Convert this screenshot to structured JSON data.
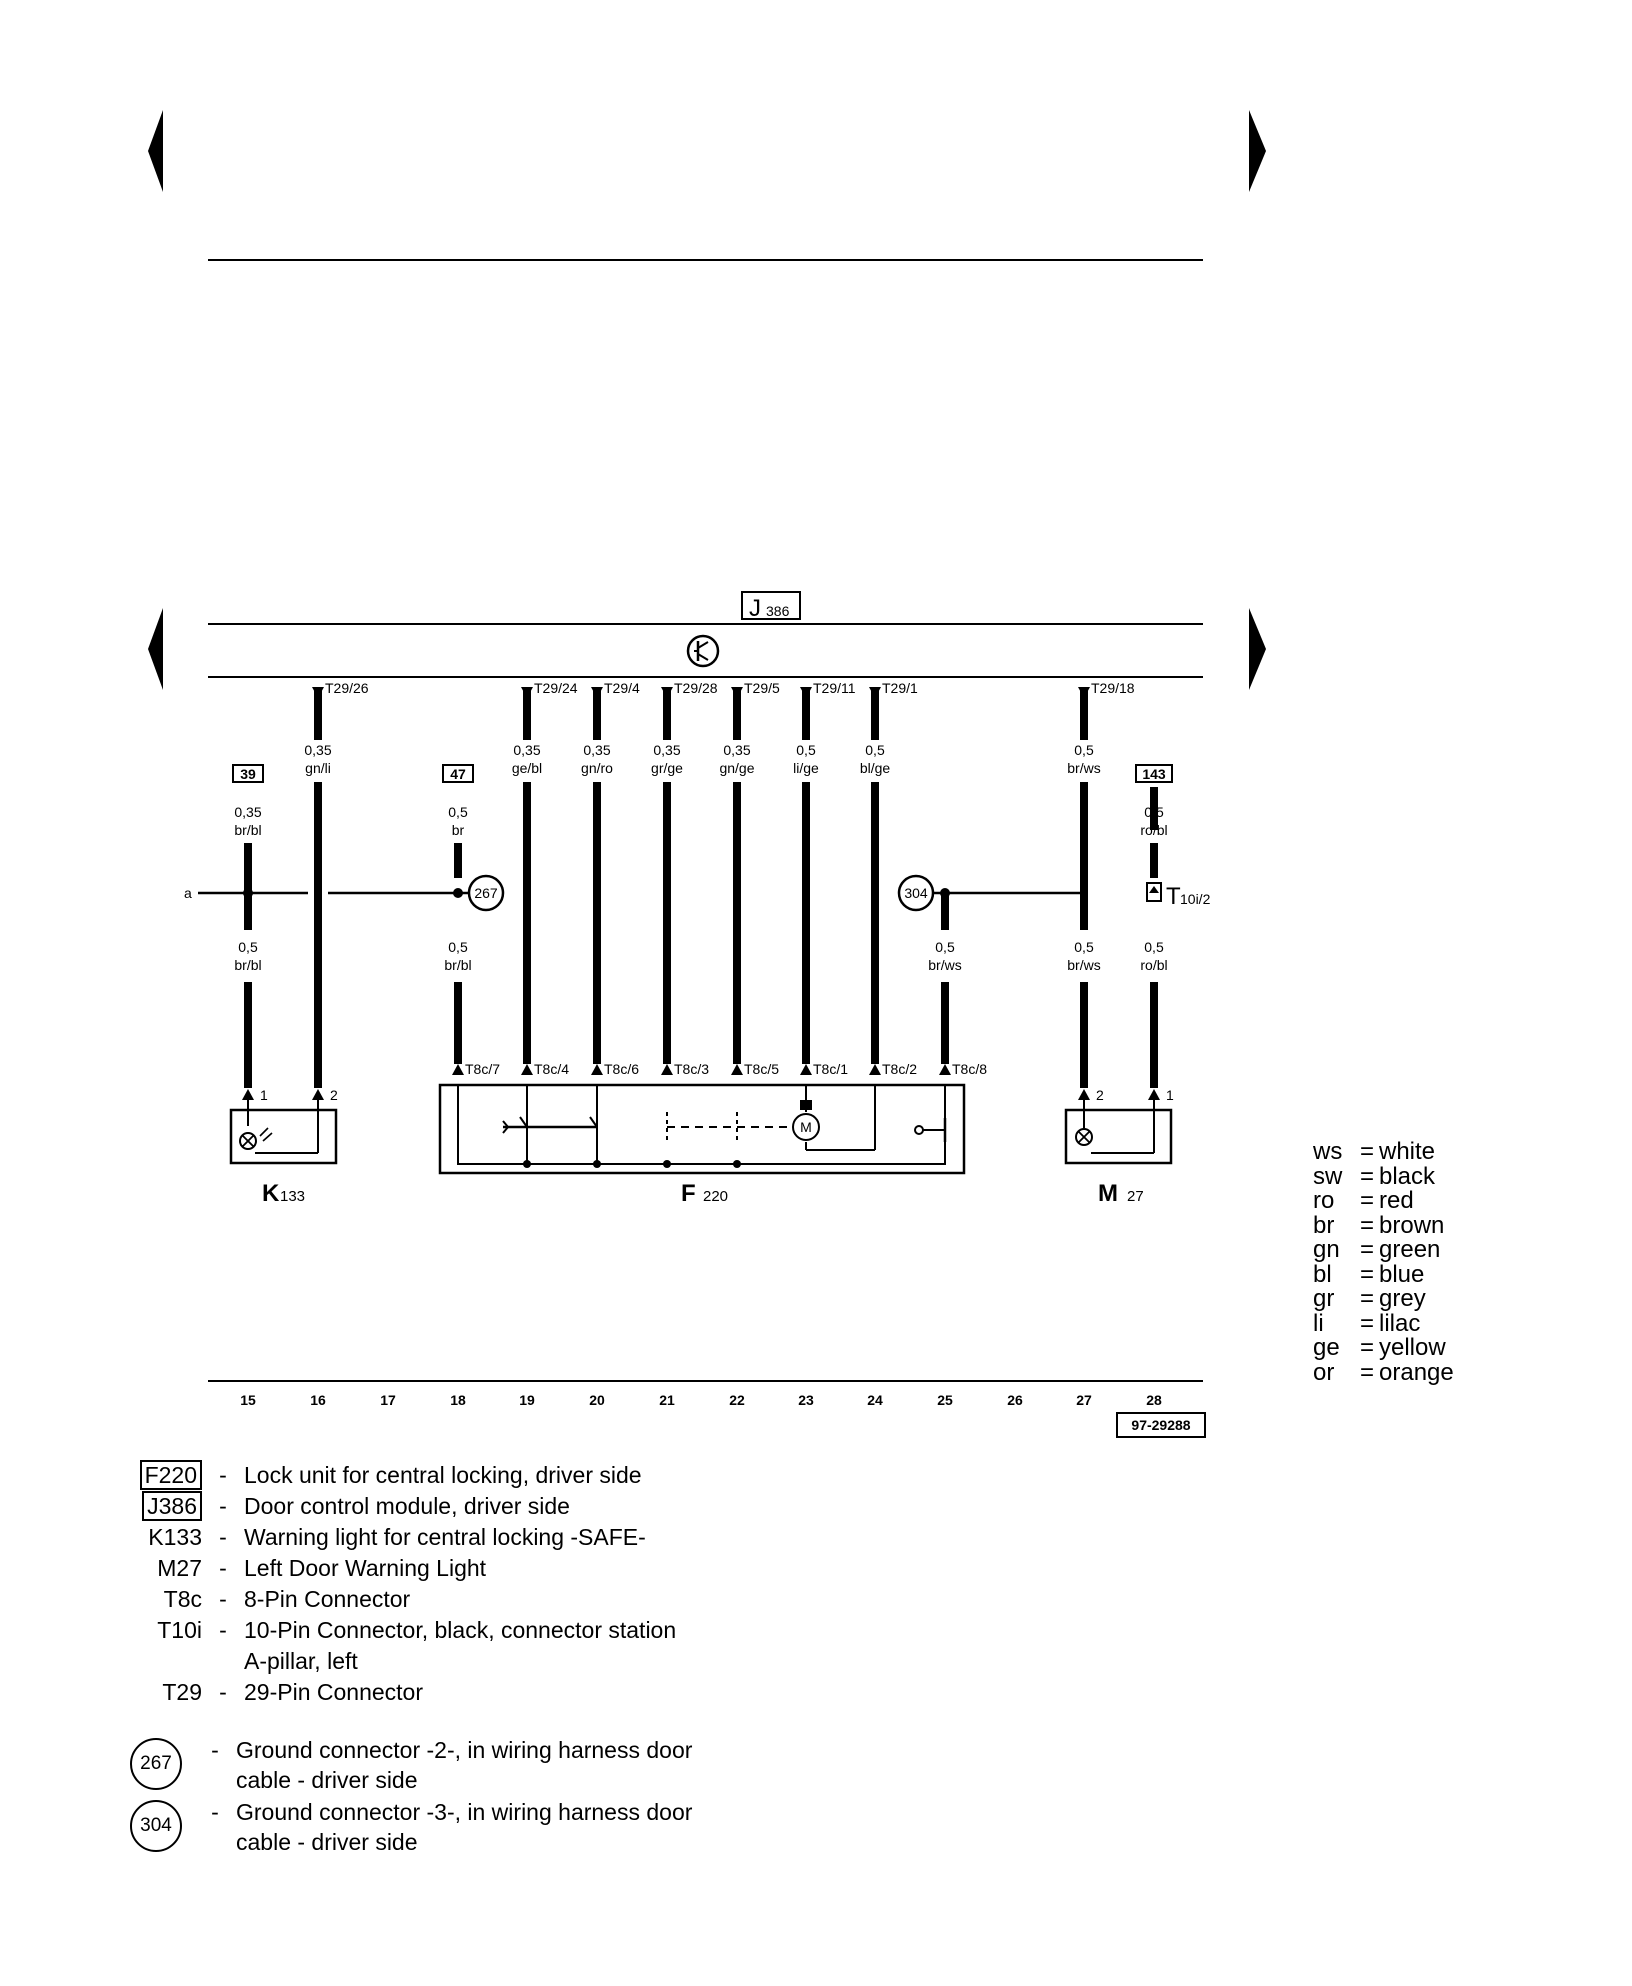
{
  "diagram": {
    "module_label_main": "J",
    "module_label_sub": "386",
    "wire_labels": {
      "t29_26": "T29/26",
      "t29_24": "T29/24",
      "t29_4": "T29/4",
      "t29_28": "T29/28",
      "t29_5": "T29/5",
      "t29_11": "T29/11",
      "t29_1": "T29/1",
      "t29_18": "T29/18"
    },
    "upper_wires": [
      {
        "size": "0,35",
        "color": "gn/li"
      },
      {
        "size": "0,35",
        "color": "ge/bl"
      },
      {
        "size": "0,35",
        "color": "gn/ro"
      },
      {
        "size": "0,35",
        "color": "gr/ge"
      },
      {
        "size": "0,35",
        "color": "gn/ge"
      },
      {
        "size": "0,5",
        "color": "li/ge"
      },
      {
        "size": "0,5",
        "color": "bl/ge"
      },
      {
        "size": "0,5",
        "color": "br/ws"
      }
    ],
    "ref_boxes": {
      "r39": "39",
      "r47": "47",
      "r143": "143"
    },
    "mid_wires": {
      "w15_top": {
        "size": "0,35",
        "color": "br/bl"
      },
      "w18_top": {
        "size": "0,5",
        "color": "br"
      },
      "w28_top": {
        "size": "0,5",
        "color": "ro/bl"
      },
      "w15_bot": {
        "size": "0,5",
        "color": "br/bl"
      },
      "w18_bot": {
        "size": "0,5",
        "color": "br/bl"
      },
      "w25_bot": {
        "size": "0,5",
        "color": "br/ws"
      },
      "w27_bot": {
        "size": "0,5",
        "color": "br/ws"
      },
      "w28_bot": {
        "size": "0,5",
        "color": "ro/bl"
      }
    },
    "a_label": "a",
    "ground_267": "267",
    "ground_304": "304",
    "t10i_main": "T",
    "t10i_sub": "10i/2",
    "t8c_labels": {
      "t8c_7": "T8c/7",
      "t8c_4": "T8c/4",
      "t8c_6": "T8c/6",
      "t8c_3": "T8c/3",
      "t8c_5": "T8c/5",
      "t8c_1": "T8c/1",
      "t8c_2": "T8c/2",
      "t8c_8": "T8c/8"
    },
    "pin_labels": {
      "k1": "1",
      "k2": "2",
      "m2": "2",
      "m1": "1"
    },
    "motor_label": "M",
    "component_labels": {
      "k_main": "K",
      "k_sub": "133",
      "f_main": "F",
      "f_sub": "220",
      "m_main": "M",
      "m_sub": "27"
    },
    "track_numbers": [
      "15",
      "16",
      "17",
      "18",
      "19",
      "20",
      "21",
      "22",
      "23",
      "24",
      "25",
      "26",
      "27",
      "28"
    ],
    "figure_id": "97-29288"
  },
  "color_legend": [
    {
      "abbr": "ws",
      "name": "white"
    },
    {
      "abbr": "sw",
      "name": "black"
    },
    {
      "abbr": "ro",
      "name": "red"
    },
    {
      "abbr": "br",
      "name": "brown"
    },
    {
      "abbr": "gn",
      "name": "green"
    },
    {
      "abbr": "bl",
      "name": "blue"
    },
    {
      "abbr": "gr",
      "name": "grey"
    },
    {
      "abbr": "li",
      "name": "lilac"
    },
    {
      "abbr": "ge",
      "name": "yellow"
    },
    {
      "abbr": "or",
      "name": "orange"
    }
  ],
  "components": [
    {
      "code": "F220",
      "boxed": true,
      "desc": "Lock unit for central locking, driver side",
      "desc2": ""
    },
    {
      "code": "J386",
      "boxed": true,
      "desc": "Door control module, driver side",
      "desc2": ""
    },
    {
      "code": "K133",
      "boxed": false,
      "desc": "Warning light for central locking -SAFE-",
      "desc2": ""
    },
    {
      "code": "M27",
      "boxed": false,
      "desc": "Left Door Warning Light",
      "desc2": ""
    },
    {
      "code": "T8c",
      "boxed": false,
      "desc": "8-Pin Connector",
      "desc2": ""
    },
    {
      "code": "T10i",
      "boxed": false,
      "desc": "10-Pin Connector, black, connector station",
      "desc2": "A-pillar, left"
    },
    {
      "code": "T29",
      "boxed": false,
      "desc": "29-Pin Connector",
      "desc2": ""
    }
  ],
  "grounds": [
    {
      "code": "267",
      "desc": "Ground connector -2-, in wiring harness door",
      "desc2": "cable - driver side"
    },
    {
      "code": "304",
      "desc": "Ground connector -3-, in wiring harness door",
      "desc2": "cable - driver side"
    }
  ],
  "dash": "-"
}
